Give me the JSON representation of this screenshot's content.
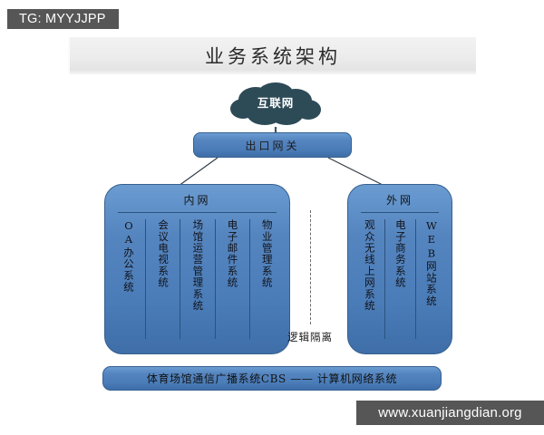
{
  "watermarks": {
    "tg_badge": "TG: MYYJJPP",
    "site_badge": "www.xuanjiangdian.org"
  },
  "diagram": {
    "title": "业务系统架构",
    "cloud": {
      "label": "互联网",
      "color": "#2d4a57"
    },
    "gateway": {
      "label": "出口网关"
    },
    "accent_color": "#4f81bd",
    "border_color": "#36608f",
    "zones": [
      {
        "id": "intranet",
        "title": "内网",
        "systems": [
          "OA办公系统",
          "会议电视系统",
          "场馆运营管理系统",
          "电子邮件系统",
          "物业管理系统"
        ]
      },
      {
        "id": "extranet",
        "title": "外网",
        "systems": [
          "观众无线上网系统",
          "电子商务系统",
          "WEB网站系统"
        ]
      }
    ],
    "isolation": {
      "label": "逻辑隔离"
    },
    "bottom_bar": {
      "label": "体育场馆通信广播系统CBS —— 计算机网络系统"
    }
  }
}
